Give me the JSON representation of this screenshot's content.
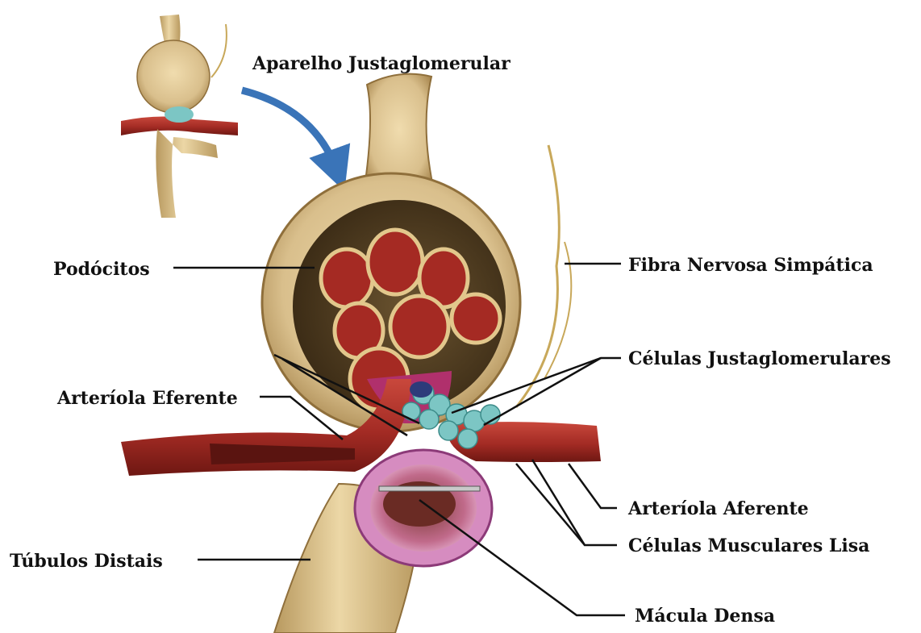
{
  "diagram": {
    "title": "Aparelho Justaglomerular",
    "labels": {
      "podocitos": "Podócitos",
      "fibra_nervosa": "Fibra Nervosa Simpática",
      "celulas_justaglomerulares": "Células Justaglomerulares",
      "arteriola_eferente": "Arteríola Eferente",
      "arteriola_aferente": "Arteríola Aferente",
      "celulas_musculares": "Células Musculares Lisa",
      "tubulos_distais": "Túbulos Distais",
      "macula_densa": "Mácula Densa"
    }
  },
  "colors": {
    "capsule": "#d9bf8c",
    "capsule_dark": "#a8874f",
    "vessel": "#a32b24",
    "vessel_light": "#c9483c",
    "jg_cells": "#7cc6c4",
    "macula": "#b45aa0",
    "arrow": "#3a74b8",
    "nerve": "#c8a85a",
    "leader": "#111111"
  }
}
